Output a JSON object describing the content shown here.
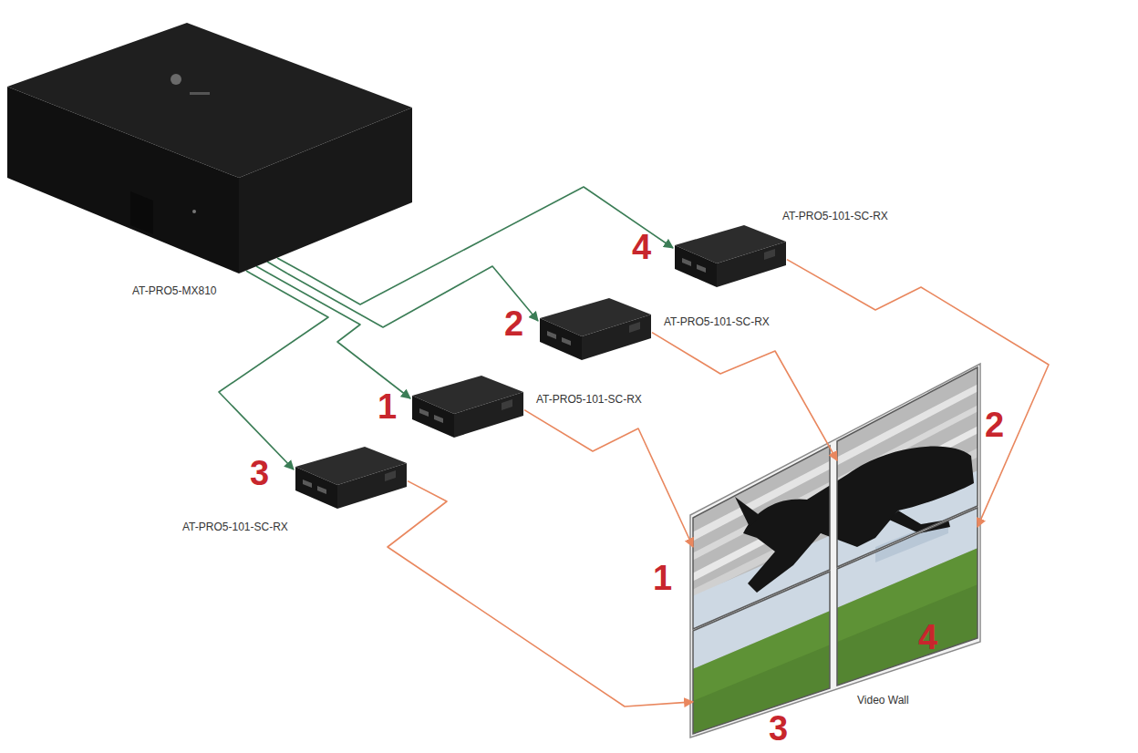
{
  "diagram": {
    "nodes": [
      {
        "text": [
          "AT-PRO5-MX810"
        ]
      },
      {
        "text": [
          "AT-PRO5-101-SC-RX"
        ]
      },
      {
        "text": [
          "AT-PRO5-101-SC-RX"
        ]
      },
      {
        "text": [
          "AT-PRO5-101-SC-RX"
        ]
      },
      {
        "text": [
          "AT-PRO5-101-SC-RX"
        ]
      },
      {
        "text": [
          "Video Wall"
        ]
      },
      {
        "text": [
          "1"
        ],
        "in": 5
      },
      {
        "text": [
          "2"
        ],
        "in": 5
      },
      {
        "text": [
          "3"
        ],
        "in": 5
      },
      {
        "text": [
          "4"
        ],
        "in": 5
      }
    ],
    "edges": [
      {
        "from": 0,
        "to": 1,
        "arrow": "to"
      },
      {
        "from": 0,
        "to": 2,
        "arrow": "to"
      },
      {
        "from": 0,
        "to": 3,
        "arrow": "to"
      },
      {
        "from": 0,
        "to": 4,
        "arrow": "to"
      },
      {
        "from": 1,
        "to": 9,
        "arrow": "to"
      },
      {
        "from": 2,
        "to": 7,
        "arrow": "to"
      },
      {
        "from": 3,
        "to": 6,
        "arrow": "to"
      },
      {
        "from": 4,
        "to": 8,
        "arrow": "to"
      }
    ],
    "labels": [
      "4",
      "2",
      "1",
      "3"
    ]
  }
}
